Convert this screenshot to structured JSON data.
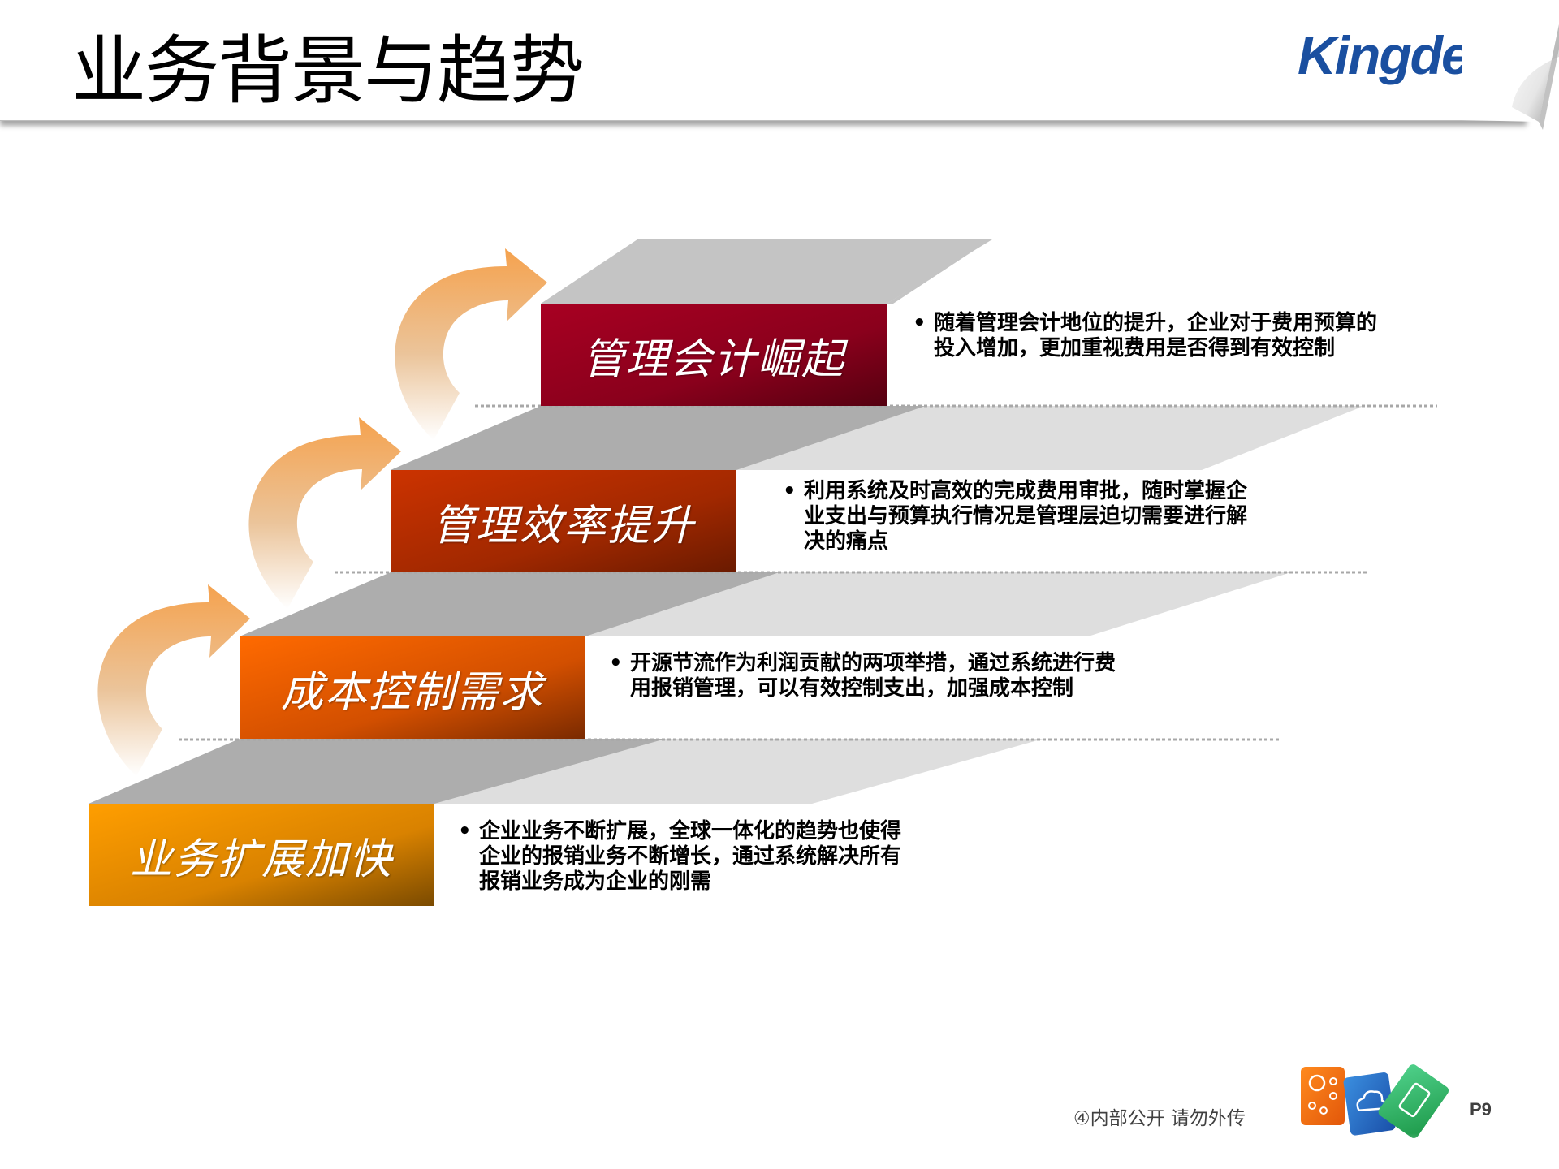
{
  "header": {
    "title": "业务背景与趋势",
    "logo": "Kingdee"
  },
  "steps": [
    {
      "label": "业务扩展加快",
      "description": "企业业务不断扩展，全球一体化的趋势也使得企业的报销业务不断增长，通过系统解决所有报销业务成为企业的刚需",
      "lines": [
        "企业业务不断扩展，全球一体化的趋势也使得",
        "企业的报销业务不断增长，通过系统解决所有",
        "报销业务成为企业的刚需"
      ],
      "color_start": "#ff9e00",
      "color_end": "#7a4a00"
    },
    {
      "label": "成本控制需求",
      "description": "开源节流作为利润贡献的两项举措，通过系统进行费用报销管理，可以有效控制支出，加强成本控制",
      "lines": [
        "开源节流作为利润贡献的两项举措，通过系统进行费",
        "用报销管理，可以有效控制支出，加强成本控制"
      ],
      "color_start": "#ff6a00",
      "color_end": "#7a2a00"
    },
    {
      "label": "管理效率提升",
      "description": "利用系统及时高效的完成费用审批，随时掌握企业支出与预算执行情况是管理层迫切需要进行解决的痛点",
      "lines": [
        "利用系统及时高效的完成费用审批，随时掌握企",
        "业支出与预算执行情况是管理层迫切需要进行解",
        "决的痛点"
      ],
      "color_start": "#cc3300",
      "color_end": "#6a1a00"
    },
    {
      "label": "管理会计崛起",
      "description": "随着管理会计地位的提升，企业对于费用预算的投入增加，更加重视费用是否得到有效控制",
      "lines": [
        "随着管理会计地位的提升，企业对于费用预算的",
        "投入增加，更加重视费用是否得到有效控制"
      ],
      "color_start": "#a80022",
      "color_end": "#550010"
    }
  ],
  "bullet": "•",
  "icons": {
    "arrows": "curved-up-arrow",
    "cubes": [
      "network-icon",
      "cloud-icon",
      "tablet-icon"
    ]
  },
  "colors": {
    "arrow": "#f5a24e",
    "stair_dark": "#adadad",
    "stair_light": "#dedede",
    "logo": "#1a4fa0"
  },
  "footer": {
    "confidentiality": "④内部公开 请勿外传",
    "page_number": "P9"
  }
}
